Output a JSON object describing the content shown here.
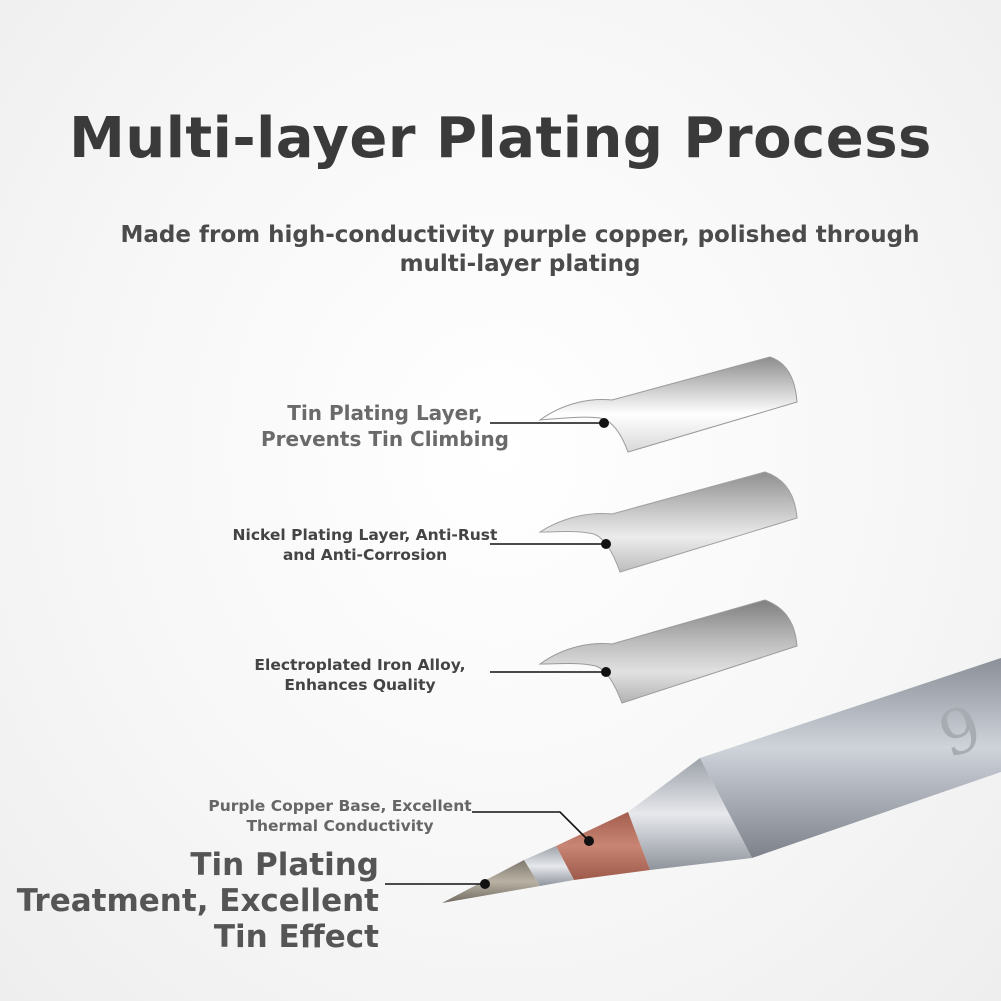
{
  "header": {
    "title": "Multi-layer Plating Process",
    "subtitle_line1": "Made from high-conductivity purple copper, polished through",
    "subtitle_line2": "multi-layer plating"
  },
  "layers": [
    {
      "line1": "Tin Plating Layer,",
      "line2": "Prevents Tin Climbing"
    },
    {
      "line1": "Nickel Plating Layer, Anti-Rust",
      "line2": "and Anti-Corrosion"
    },
    {
      "line1": "Electroplated Iron Alloy,",
      "line2": "Enhances Quality"
    }
  ],
  "tip": {
    "copper_line1": "Purple Copper Base, Excellent",
    "copper_line2": "Thermal Conductivity",
    "treatment_line1": "Tin Plating",
    "treatment_line2": "Treatment, Excellent",
    "treatment_line3": "Tin Effect",
    "engraving": "9"
  },
  "colors": {
    "text_dark": "#3a3a3a",
    "silver": "#c8c8c8",
    "copper": "#b86f5e",
    "leader": "#111111"
  }
}
